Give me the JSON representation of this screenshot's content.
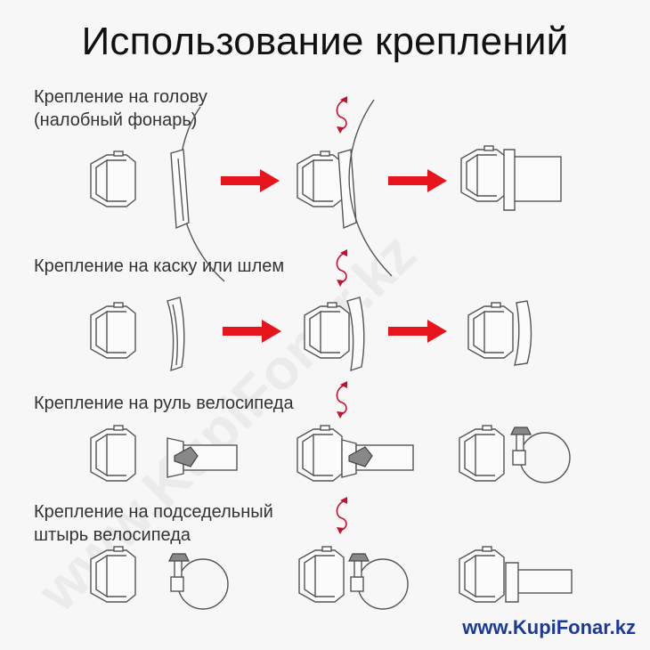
{
  "title": "Использование креплений",
  "sections": [
    {
      "label": "Крепление на голову\n(налобный фонарь)"
    },
    {
      "label": "Крепление на каску или шлем"
    },
    {
      "label": "Крепление на руль велосипеда"
    },
    {
      "label": "Крепление на подседельный\nштырь велосипеда"
    }
  ],
  "watermark_text": "www.KupiFonar.kz",
  "site": "www.KupiFonar.kz",
  "colors": {
    "arrow": "#e8141b",
    "rotate": "#c8102e",
    "site": "#1a3a9a"
  }
}
